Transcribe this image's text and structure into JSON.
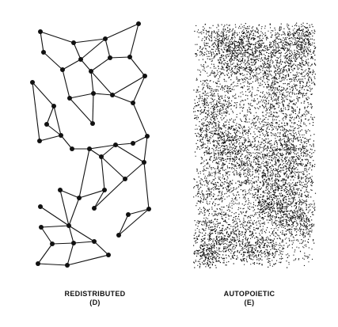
{
  "figures": [
    {
      "title": "REDISTRIBUTED",
      "label": "(D)",
      "kind": "network-graph"
    },
    {
      "title": "AUTOPOIETIC",
      "label": "(E)",
      "kind": "stippled-texture"
    }
  ],
  "colors": {
    "ink": "#111111",
    "background": "#ffffff"
  }
}
